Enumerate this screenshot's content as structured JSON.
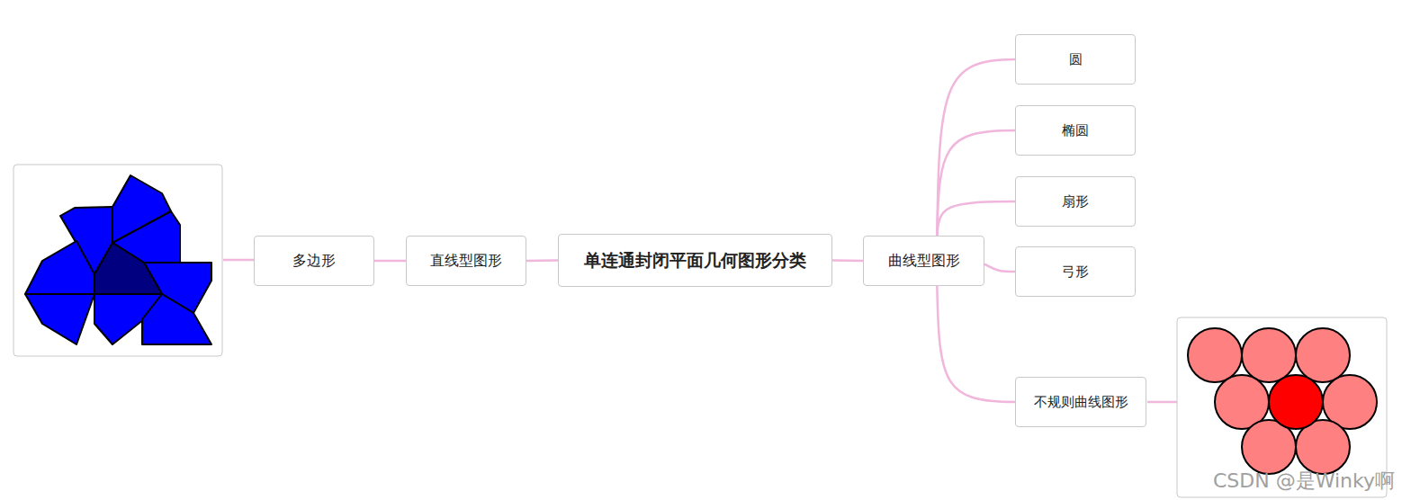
{
  "diagram": {
    "nodes": [
      {
        "text": [
          "多边形"
        ]
      },
      {
        "text": [
          "直线型图形"
        ]
      },
      {
        "text": [
          "单连通封闭平面几何图形分类"
        ]
      },
      {
        "text": [
          "曲线型图形"
        ]
      },
      {
        "text": [
          "圆"
        ]
      },
      {
        "text": [
          "椭圆"
        ]
      },
      {
        "text": [
          "扇形"
        ]
      },
      {
        "text": [
          "弓形"
        ]
      },
      {
        "text": [
          "不规则曲线图形"
        ]
      }
    ],
    "edges": [
      {
        "from": 2,
        "to": 1,
        "arrow": "none"
      },
      {
        "from": 1,
        "to": 0,
        "arrow": "none"
      },
      {
        "from": 2,
        "to": 3,
        "arrow": "none"
      },
      {
        "from": 3,
        "to": 4,
        "arrow": "none"
      },
      {
        "from": 3,
        "to": 5,
        "arrow": "none"
      },
      {
        "from": 3,
        "to": 6,
        "arrow": "none"
      },
      {
        "from": 3,
        "to": 7,
        "arrow": "none"
      },
      {
        "from": 3,
        "to": 8,
        "arrow": "none"
      }
    ],
    "labels": [
      "CSDN @是Winky啊"
    ]
  }
}
